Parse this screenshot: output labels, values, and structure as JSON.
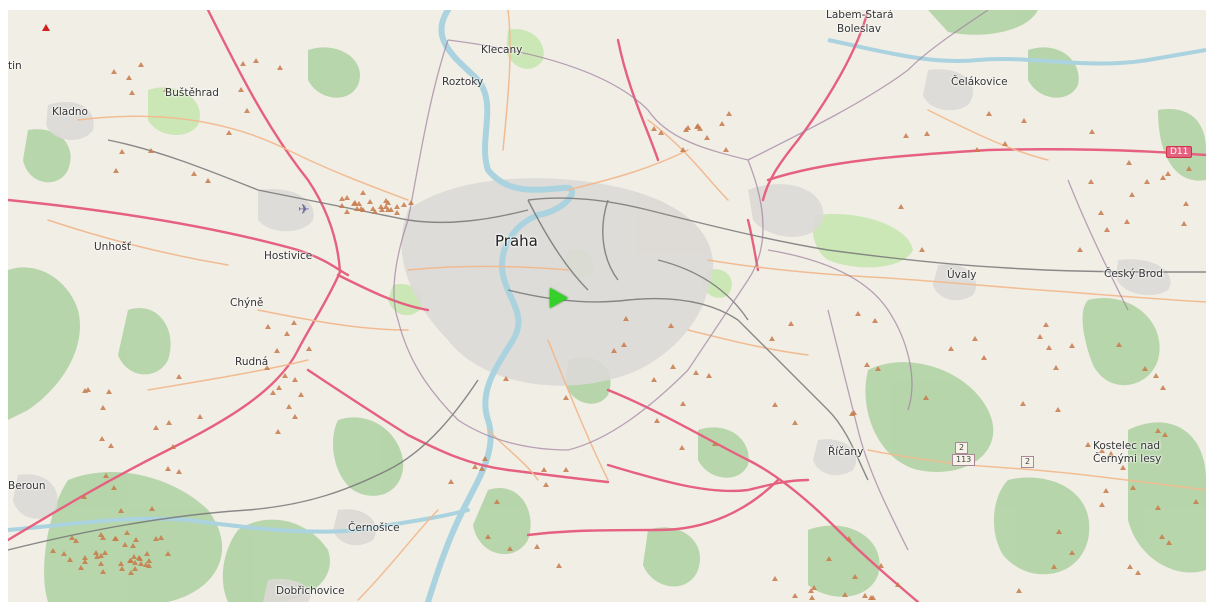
{
  "map": {
    "places": [
      {
        "id": "praha",
        "label": "Praha",
        "kind": "city"
      },
      {
        "id": "klecany",
        "label": "Klecany",
        "kind": "town"
      },
      {
        "id": "roztoky",
        "label": "Roztoky",
        "kind": "town"
      },
      {
        "id": "labem",
        "label": "Labem-Stará",
        "kind": "town"
      },
      {
        "id": "boleslav",
        "label": "Boleslav",
        "kind": "town"
      },
      {
        "id": "celakovice",
        "label": "Čelákovice",
        "kind": "town"
      },
      {
        "id": "kladno",
        "label": "Kladno",
        "kind": "town"
      },
      {
        "id": "bustehrad",
        "label": "Buštěhrad",
        "kind": "town"
      },
      {
        "id": "tin",
        "label": "tin",
        "kind": "town"
      },
      {
        "id": "unhost",
        "label": "Unhošť",
        "kind": "town"
      },
      {
        "id": "hostivice",
        "label": "Hostivice",
        "kind": "town"
      },
      {
        "id": "chyne",
        "label": "Chýně",
        "kind": "town"
      },
      {
        "id": "rudna",
        "label": "Rudná",
        "kind": "town"
      },
      {
        "id": "uvaly",
        "label": "Úvaly",
        "kind": "town"
      },
      {
        "id": "ceskybrod",
        "label": "Český Brod",
        "kind": "town"
      },
      {
        "id": "ricany",
        "label": "Říčany",
        "kind": "town"
      },
      {
        "id": "kostelec1",
        "label": "Kostelec nad",
        "kind": "town"
      },
      {
        "id": "kostelec2",
        "label": "Černými lesy",
        "kind": "town"
      },
      {
        "id": "beroun",
        "label": "Beroun",
        "kind": "town"
      },
      {
        "id": "cernosice",
        "label": "Černošice",
        "kind": "town"
      },
      {
        "id": "dobrichovice",
        "label": "Dobřichovice",
        "kind": "town"
      }
    ],
    "shields": [
      {
        "id": "d11",
        "label": "D11",
        "kind": "motorway"
      },
      {
        "id": "r2a",
        "label": "2",
        "kind": "primary"
      },
      {
        "id": "r113",
        "label": "113",
        "kind": "primary"
      },
      {
        "id": "r2b",
        "label": "2",
        "kind": "primary"
      }
    ],
    "colors": {
      "land": "#f1eee6",
      "urban": "#dcd9d6",
      "forest": "#aed1a0",
      "park": "#c8e6b0",
      "water": "#aad3df",
      "motorway": "#e6607f",
      "trunk": "#f1a98b",
      "primary": "#fcd6a4",
      "rail": "#777777",
      "boundary": "#9e7f9e",
      "peak": "#c87a4a",
      "pointer": "#35d02a"
    },
    "icons": [
      "airport-icon",
      "peak-icon",
      "location-pointer-icon",
      "marker-icon"
    ]
  }
}
